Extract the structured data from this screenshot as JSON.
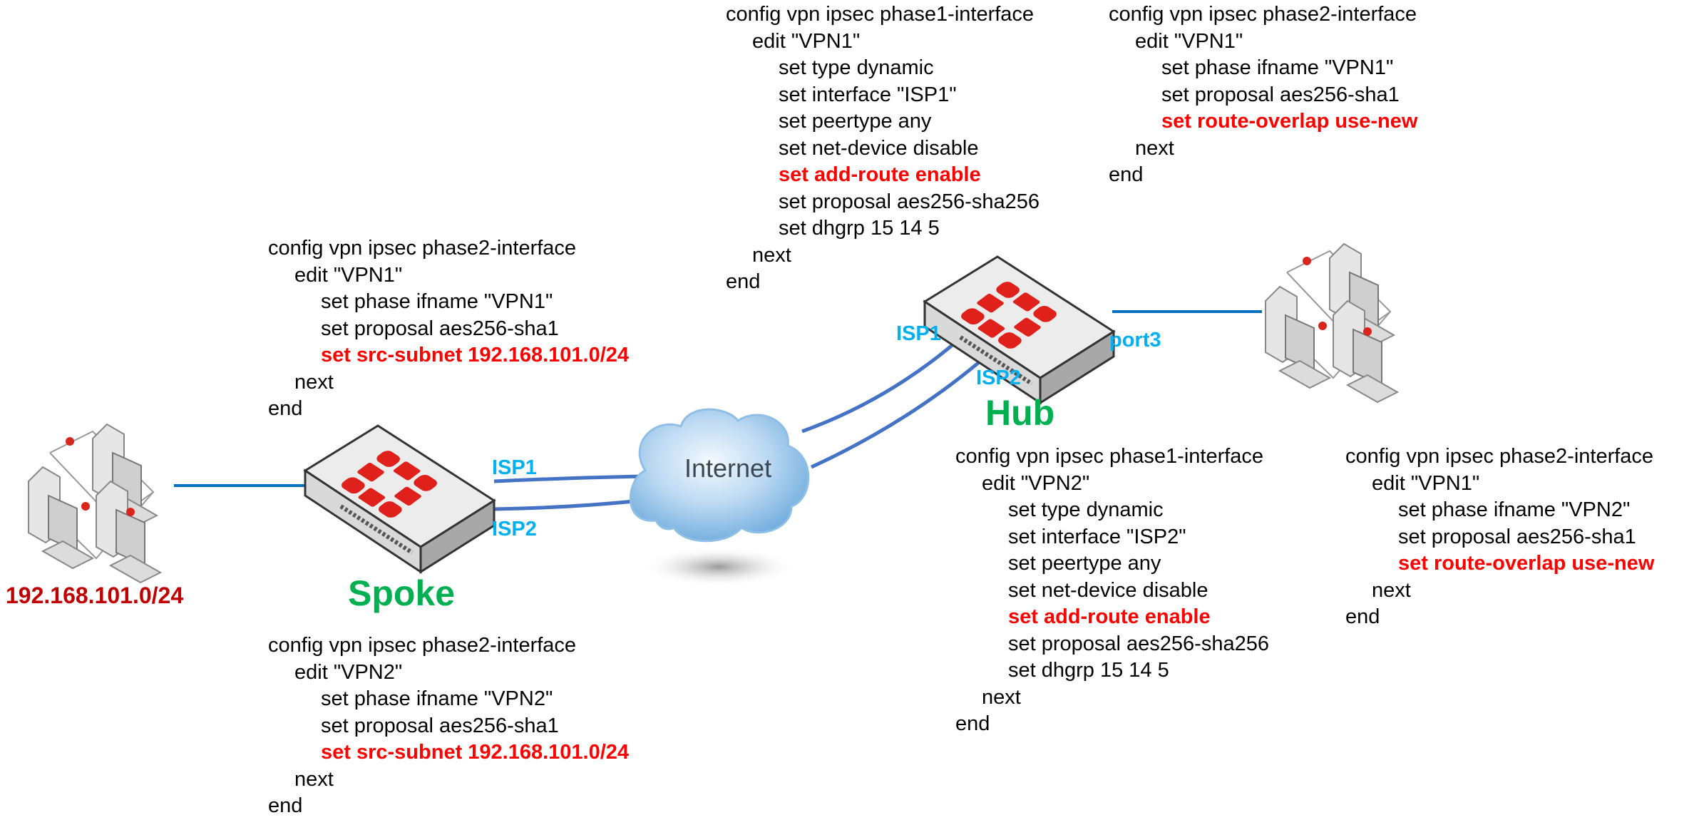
{
  "colors": {
    "highlight": "#ff0000",
    "interface_label": "#00b0f0",
    "device_label": "#00b050",
    "subnet_label": "#c00000",
    "link": "#4472c4"
  },
  "labels": {
    "spoke": "Spoke",
    "hub": "Hub",
    "subnet": "192.168.101.0/24",
    "internet": "Internet",
    "spoke_isp1": "ISP1",
    "spoke_isp2": "ISP2",
    "hub_isp1": "ISP1",
    "hub_isp2": "ISP2",
    "hub_port3": "port3"
  },
  "icons": {
    "firewall": "fortigate-icon",
    "cloud": "cloud-icon",
    "lan": "computer-network-icon"
  },
  "config_blocks": [
    {
      "id": "hub-phase1-vpn1",
      "lines": [
        {
          "text": "config vpn ipsec phase1-interface",
          "indent": 0
        },
        {
          "text": "edit \"VPN1\"",
          "indent": 1
        },
        {
          "text": "set type dynamic",
          "indent": 2
        },
        {
          "text": "set interface \"ISP1\"",
          "indent": 2
        },
        {
          "text": "set peertype any",
          "indent": 2
        },
        {
          "text": "set net-device disable",
          "indent": 2
        },
        {
          "text": "set add-route enable",
          "indent": 2,
          "highlight": true
        },
        {
          "text": "set proposal aes256-sha256",
          "indent": 2
        },
        {
          "text": "set dhgrp 15 14 5",
          "indent": 2
        },
        {
          "text": "next",
          "indent": 1
        },
        {
          "text": "end",
          "indent": 0
        }
      ]
    },
    {
      "id": "hub-phase2-vpn1",
      "lines": [
        {
          "text": "config vpn ipsec phase2-interface",
          "indent": 0
        },
        {
          "text": "edit \"VPN1\"",
          "indent": 1
        },
        {
          "text": "set phase ifname \"VPN1\"",
          "indent": 2
        },
        {
          "text": "set proposal aes256-sha1",
          "indent": 2
        },
        {
          "text": "set route-overlap use-new",
          "indent": 2,
          "highlight": true
        },
        {
          "text": "next",
          "indent": 1
        },
        {
          "text": "end",
          "indent": 0
        }
      ]
    },
    {
      "id": "spoke-phase2-vpn1",
      "lines": [
        {
          "text": "config vpn ipsec phase2-interface",
          "indent": 0
        },
        {
          "text": "edit \"VPN1\"",
          "indent": 1
        },
        {
          "text": "set phase ifname \"VPN1\"",
          "indent": 2
        },
        {
          "text": "set proposal aes256-sha1",
          "indent": 2
        },
        {
          "text": "set src-subnet 192.168.101.0/24",
          "indent": 2,
          "highlight": true
        },
        {
          "text": "next",
          "indent": 1
        },
        {
          "text": "end",
          "indent": 0
        }
      ]
    },
    {
      "id": "hub-phase1-vpn2",
      "lines": [
        {
          "text": "config vpn ipsec phase1-interface",
          "indent": 0
        },
        {
          "text": "edit \"VPN2\"",
          "indent": 1
        },
        {
          "text": "set type dynamic",
          "indent": 2
        },
        {
          "text": "set interface \"ISP2\"",
          "indent": 2
        },
        {
          "text": "set peertype any",
          "indent": 2
        },
        {
          "text": "set net-device disable",
          "indent": 2
        },
        {
          "text": "set add-route enable",
          "indent": 2,
          "highlight": true
        },
        {
          "text": "set proposal aes256-sha256",
          "indent": 2
        },
        {
          "text": "set dhgrp 15 14 5",
          "indent": 2
        },
        {
          "text": "next",
          "indent": 1
        },
        {
          "text": "end",
          "indent": 0
        }
      ]
    },
    {
      "id": "hub-phase2-vpn2",
      "lines": [
        {
          "text": "config vpn ipsec phase2-interface",
          "indent": 0
        },
        {
          "text": "edit \"VPN1\"",
          "indent": 1
        },
        {
          "text": "set phase ifname \"VPN2\"",
          "indent": 2
        },
        {
          "text": "set proposal aes256-sha1",
          "indent": 2
        },
        {
          "text": "set route-overlap use-new",
          "indent": 2,
          "highlight": true
        },
        {
          "text": "next",
          "indent": 1
        },
        {
          "text": "end",
          "indent": 0
        }
      ]
    },
    {
      "id": "spoke-phase2-vpn2",
      "lines": [
        {
          "text": "config vpn ipsec phase2-interface",
          "indent": 0
        },
        {
          "text": "edit \"VPN2\"",
          "indent": 1
        },
        {
          "text": "set phase ifname \"VPN2\"",
          "indent": 2
        },
        {
          "text": "set proposal aes256-sha1",
          "indent": 2
        },
        {
          "text": "set src-subnet 192.168.101.0/24",
          "indent": 2,
          "highlight": true
        },
        {
          "text": "next",
          "indent": 1
        },
        {
          "text": "end",
          "indent": 0
        }
      ]
    }
  ]
}
